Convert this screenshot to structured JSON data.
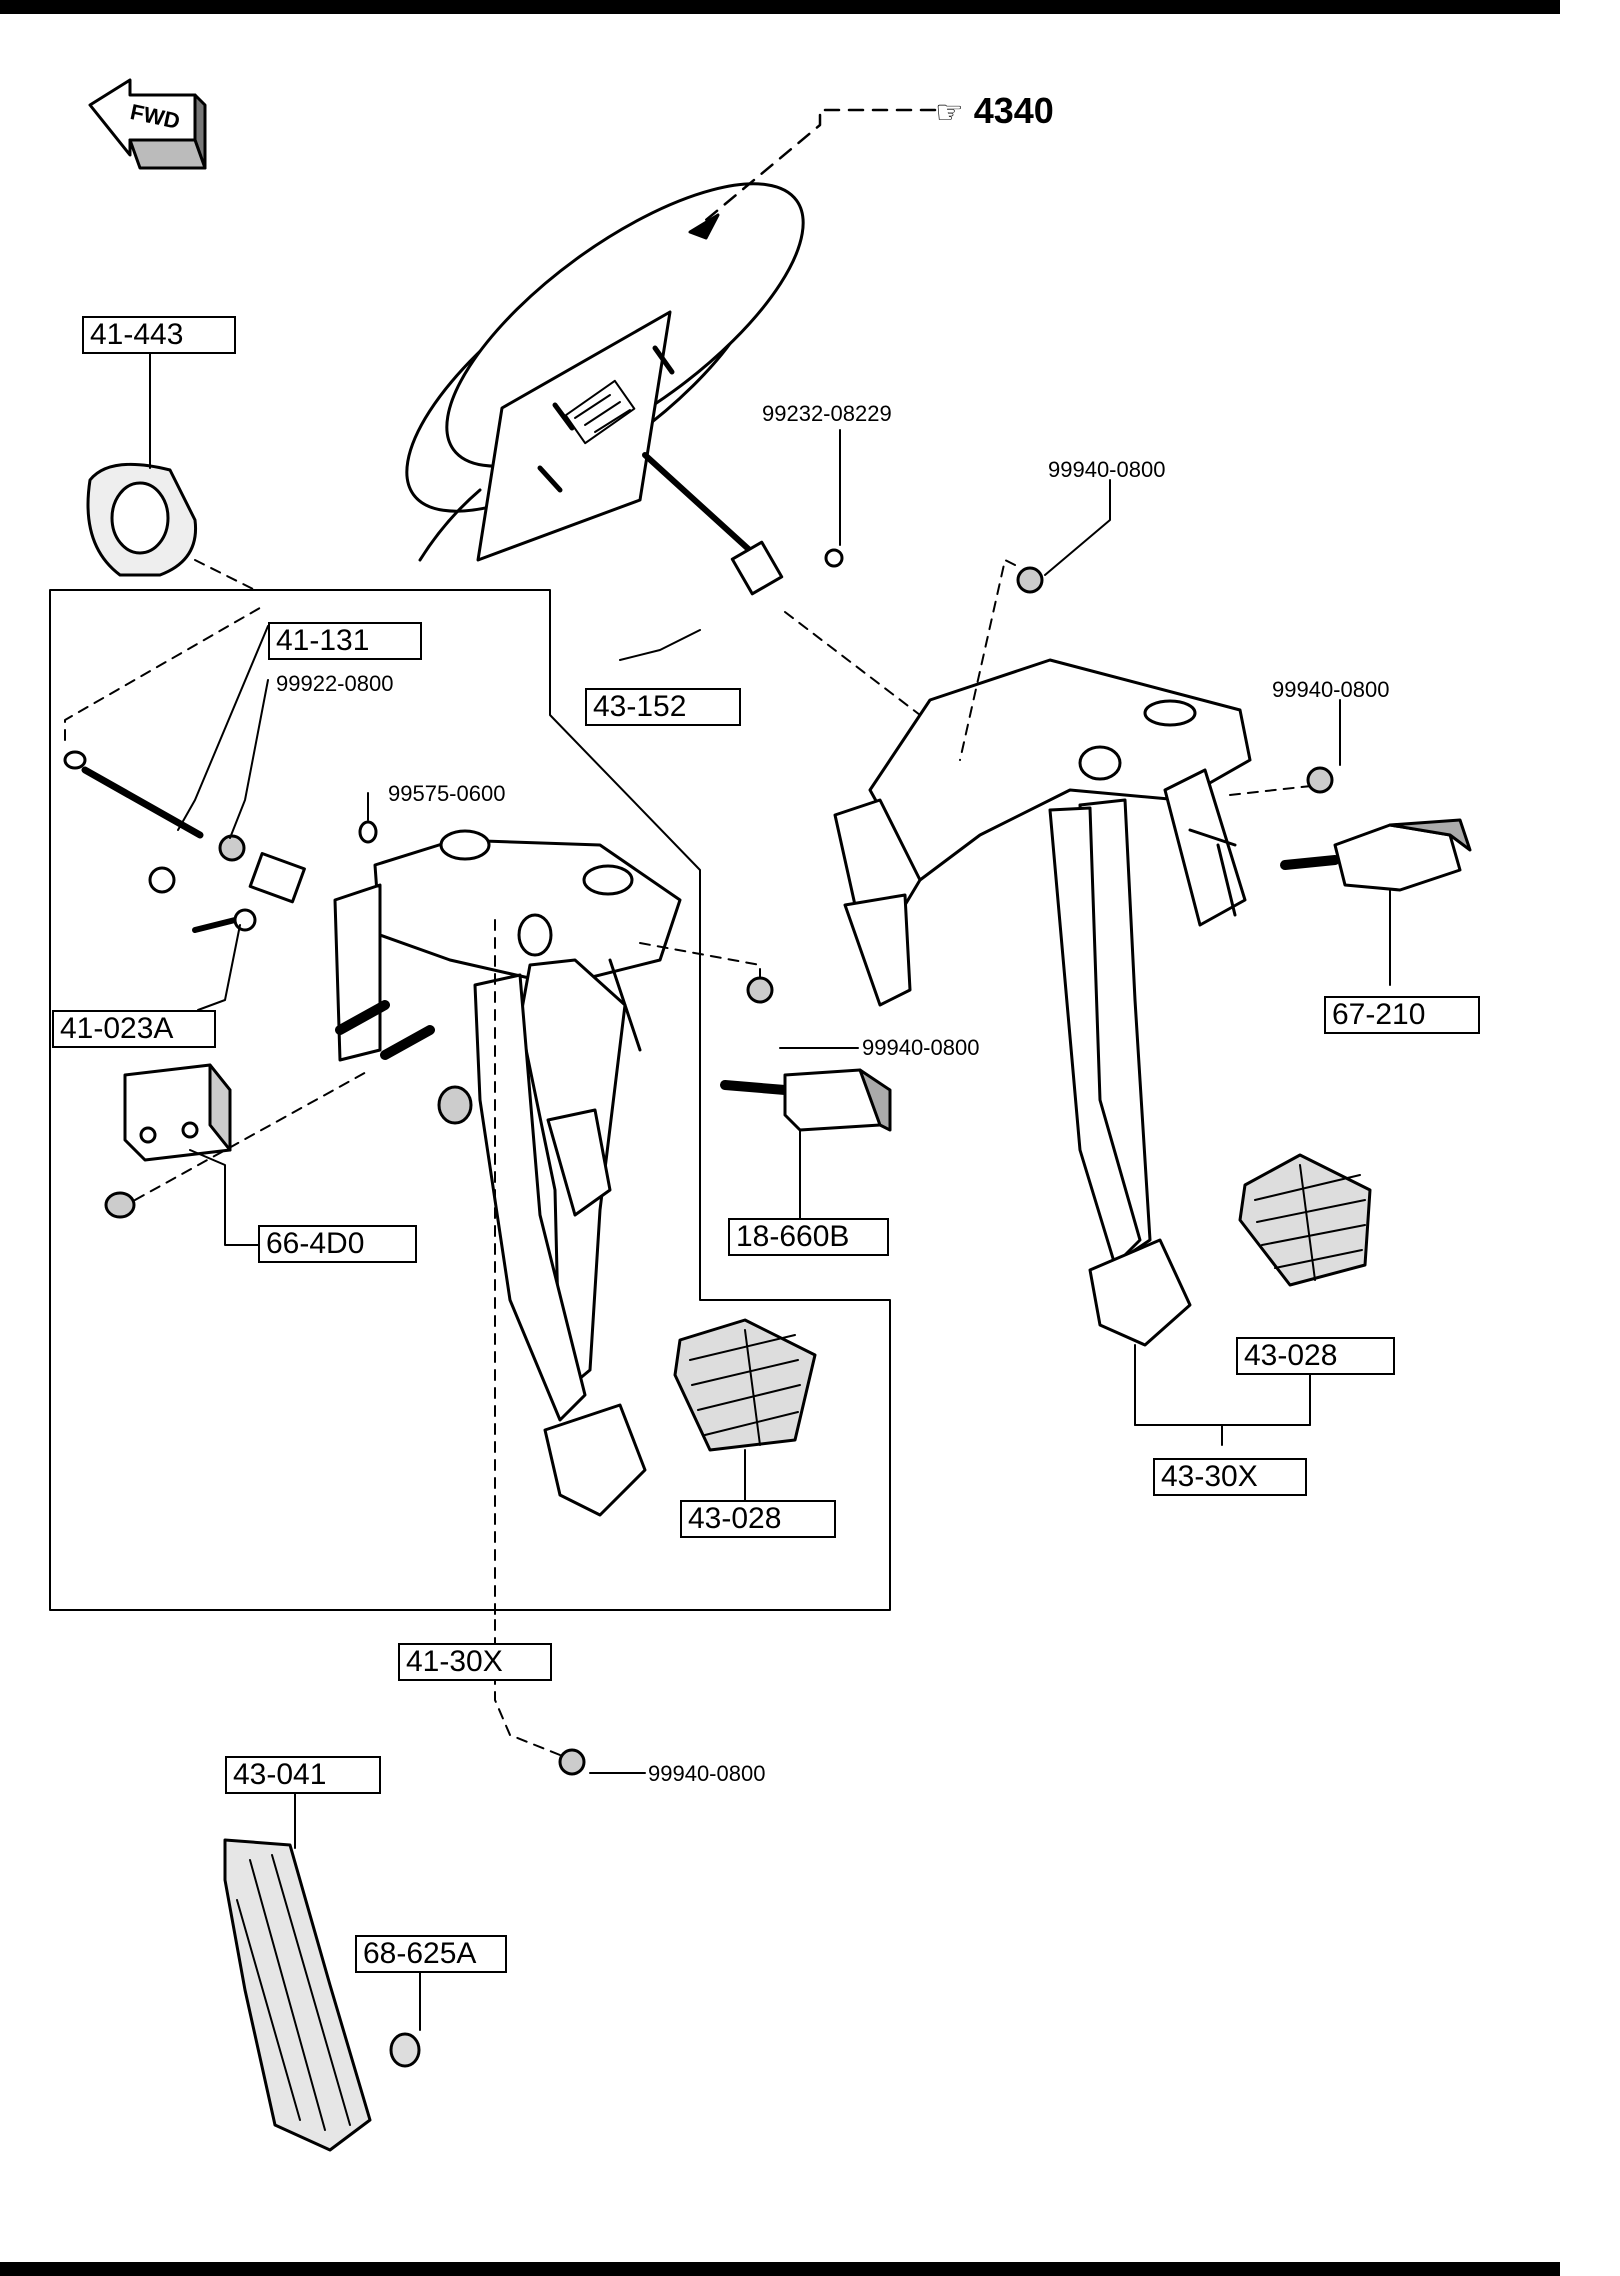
{
  "direction_arrow": {
    "label": "FWD"
  },
  "reference": {
    "symbol": "☞",
    "number": "4340"
  },
  "boxed_labels": {
    "l_41_443": "41-443",
    "l_41_131": "41-131",
    "l_43_152": "43-152",
    "l_41_023A": "41-023A",
    "l_66_4D0": "66-4D0",
    "l_18_660B": "18-660B",
    "l_67_210": "67-210",
    "l_43_028_right": "43-028",
    "l_43_30X": "43-30X",
    "l_43_028_left": "43-028",
    "l_41_30X": "41-30X",
    "l_43_041": "43-041",
    "l_68_625A": "68-625A"
  },
  "part_numbers": {
    "p_99232_08229": "99232-08229",
    "p_99940_0800_top": "99940-0800",
    "p_99940_0800_right": "99940-0800",
    "p_99922_0800": "99922-0800",
    "p_99575_0600": "99575-0600",
    "p_99940_0800_mid": "99940-0800",
    "p_99940_0800_bottom": "99940-0800"
  }
}
